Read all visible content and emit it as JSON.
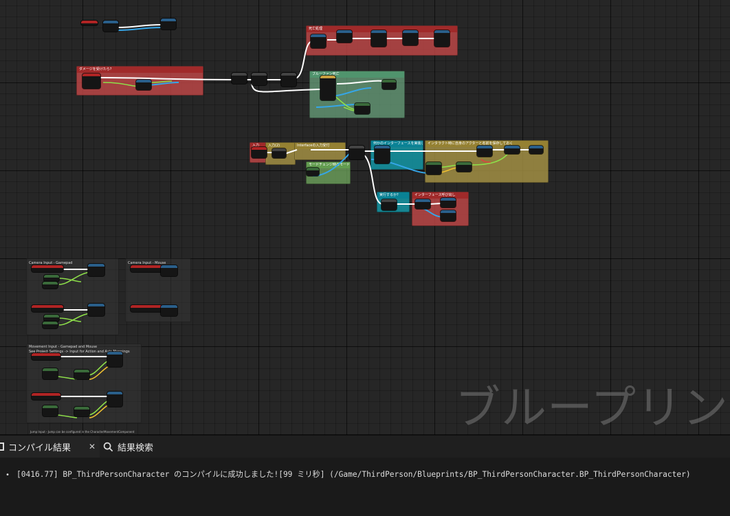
{
  "graph": {
    "watermark": "ブループリント",
    "comments": {
      "top_right_red": "死亡処理",
      "damage": "ダメージを受けたら?",
      "green_top": "ブルーファン死亡",
      "input_red": "入力",
      "input_yellow": "入力(2)",
      "yellow_mid": "Interfaceの入力受付",
      "lightgreen": "モードチェンジ時のモード切り替え",
      "cyan_interface": "何かのインターフェースを実装しているか?",
      "yellow_big": "インタラクト時に自身のアクターと名前を保存しておく",
      "cyan_small": "実行するか?",
      "red_call": "インターフェース呼び出し",
      "camera_gamepad": "Camera Input - Gamepad",
      "camera_mouse": "Camera Input - Mouse",
      "movement_line1": "Movement Input - Gamepad and Mouse",
      "movement_line2": "See Project Settings -> Input for Action and Axis Mappings",
      "jump": "Jump Input - Jump can be configured in the CharacterMovementComponent"
    }
  },
  "bottom_panel": {
    "tabs": [
      {
        "label": "コンパイル結果",
        "icon": "grid-icon",
        "closable": true
      },
      {
        "label": "結果検索",
        "icon": "search-icon"
      }
    ],
    "log": {
      "line": "[0416.77] BP_ThirdPersonCharacter のコンパイルに成功しました![99 ミリ秒] (/Game/ThirdPerson/Blueprints/BP_ThirdPersonCharacter.BP_ThirdPersonCharacter)"
    }
  },
  "colors": {
    "exec_wire": "#ffffff",
    "float_wire": "#8ee04a",
    "object_wire": "#35a6e8",
    "bool_wire": "#f0c030",
    "node_body": "#151515"
  }
}
